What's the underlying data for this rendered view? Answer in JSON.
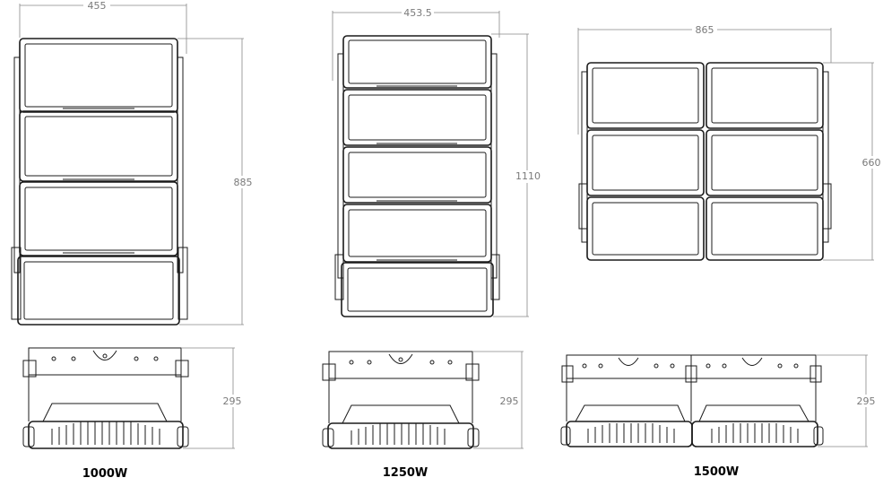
{
  "models": [
    {
      "caption": "1000W",
      "front": {
        "width": "455",
        "height": "885"
      },
      "side": {
        "height": "295"
      }
    },
    {
      "caption": "1250W",
      "front": {
        "width": "453.5",
        "height": "1110"
      },
      "side": {
        "height": "295"
      }
    },
    {
      "caption": "1500W",
      "front": {
        "width": "865",
        "height": "660"
      },
      "side": {
        "height": "295"
      }
    }
  ]
}
